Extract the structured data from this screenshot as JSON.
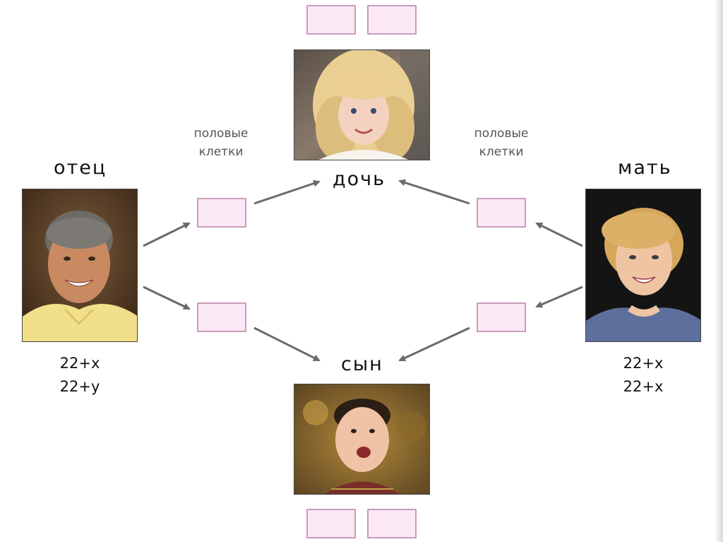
{
  "father": {
    "label": "отец",
    "karyotype_1": "22+x",
    "karyotype_2": "22+y"
  },
  "mother": {
    "label": "мать",
    "karyotype_1": "22+x",
    "karyotype_2": "22+x"
  },
  "daughter": {
    "label": "дочь"
  },
  "son": {
    "label": "сын"
  },
  "gametes_left": {
    "line_1": "половые",
    "line_2": "клетки"
  },
  "gametes_right": {
    "line_1": "половые",
    "line_2": "клетки"
  },
  "colors": {
    "box_fill": "#fbe9f6",
    "box_border": "#c89cb8",
    "arrow": "#6a6a6a"
  }
}
